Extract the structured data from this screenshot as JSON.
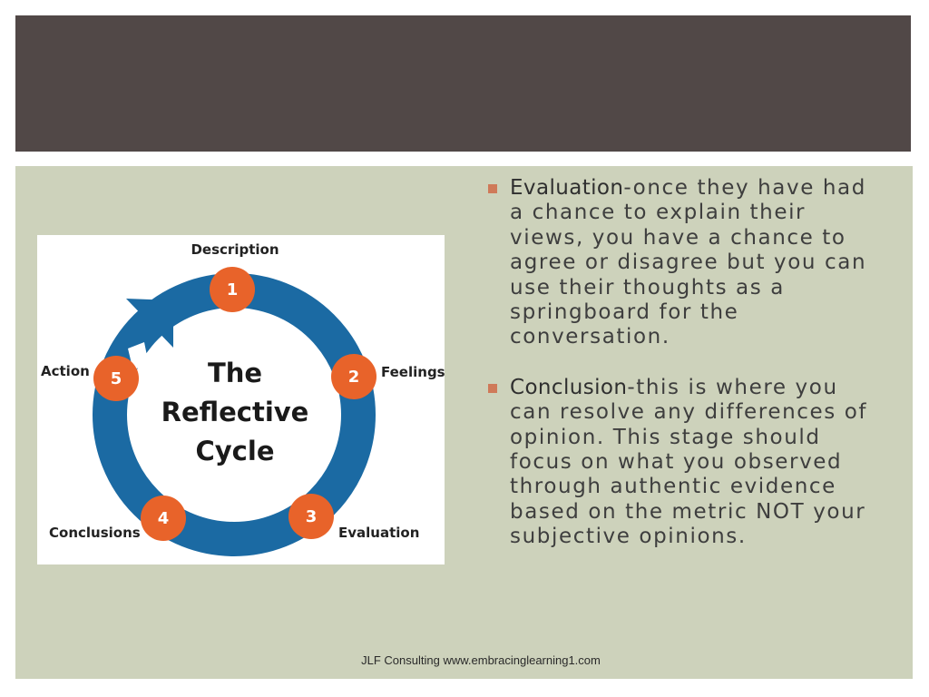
{
  "slide": {
    "bullets": [
      {
        "term": "Evaluation",
        "text": "-once they have had a chance to explain their views, you have a chance to agree or disagree but you can use their thoughts as a springboard for the conversation."
      },
      {
        "term": "Conclusion",
        "text": "-this is where you can resolve any differences of opinion.  This stage should focus on what you observed through authentic evidence based on the metric NOT your subjective opinions."
      }
    ],
    "footer": "JLF Consulting www.embracinglearning1.com"
  },
  "diagram": {
    "center_lines": [
      "The",
      "Reflective",
      "Cycle"
    ],
    "stages": [
      {
        "number": "1",
        "label": "Description"
      },
      {
        "number": "2",
        "label": "Feelings"
      },
      {
        "number": "3",
        "label": "Evaluation"
      },
      {
        "number": "4",
        "label": "Conclusions"
      },
      {
        "number": "5",
        "label": "Action"
      }
    ],
    "colors": {
      "ring": "#1b6aa3",
      "node": "#e8632a",
      "title_band": "#514847",
      "panel": "#cdd2bb",
      "bullet": "#cf7a59"
    }
  }
}
